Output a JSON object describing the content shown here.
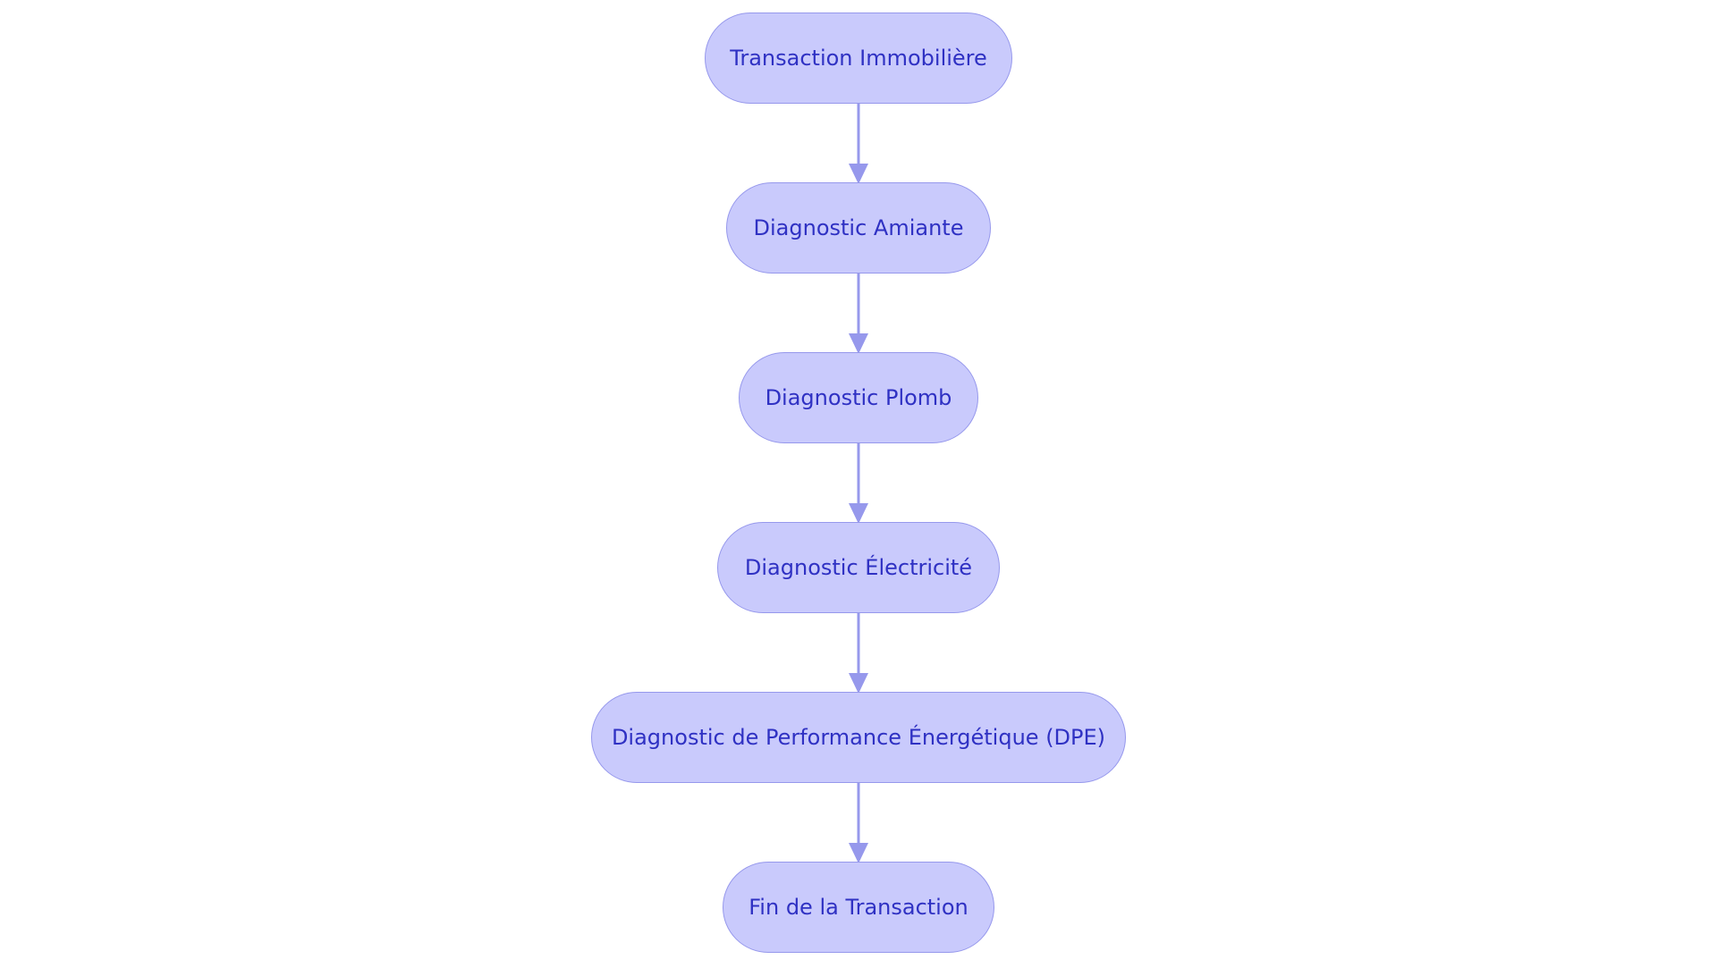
{
  "colors": {
    "node_fill": "#c9cafc",
    "node_border": "#9698ec",
    "node_text": "#2f31c3",
    "edge": "#9698ec",
    "background": "#ffffff"
  },
  "nodes": [
    {
      "id": "transaction",
      "label": "Transaction Immobilière"
    },
    {
      "id": "amiante",
      "label": "Diagnostic Amiante"
    },
    {
      "id": "plomb",
      "label": "Diagnostic Plomb"
    },
    {
      "id": "electricite",
      "label": "Diagnostic Électricité"
    },
    {
      "id": "dpe",
      "label": "Diagnostic de Performance Énergétique (DPE)"
    },
    {
      "id": "fin",
      "label": "Fin de la Transaction"
    }
  ],
  "edges": [
    {
      "from": "transaction",
      "to": "amiante"
    },
    {
      "from": "amiante",
      "to": "plomb"
    },
    {
      "from": "plomb",
      "to": "electricite"
    },
    {
      "from": "electricite",
      "to": "dpe"
    },
    {
      "from": "dpe",
      "to": "fin"
    }
  ]
}
